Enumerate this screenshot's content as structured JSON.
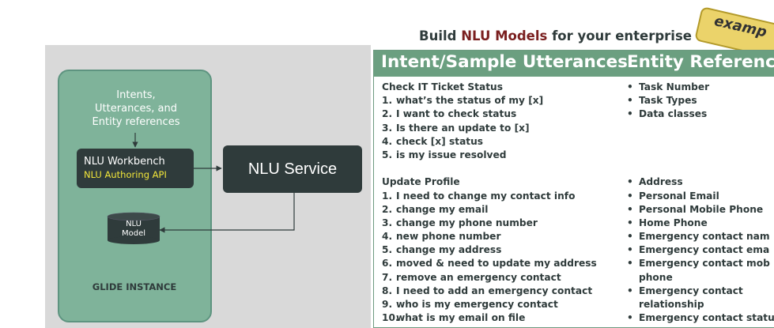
{
  "diagram": {
    "inputs_lines": [
      "Intents,",
      "Utterances, and",
      "Entity references"
    ],
    "workbench_title": "NLU Workbench",
    "workbench_api": "NLU Authoring API",
    "service_label": "NLU Service",
    "model_lines": [
      "NLU",
      "Model"
    ],
    "instance_label": "GLIDE INSTANCE"
  },
  "title": {
    "prefix": "Build ",
    "highlight": "NLU Models",
    "suffix": " for your enterprise"
  },
  "badge": "examp",
  "table": {
    "headers": [
      "Intent/Sample Utterances",
      "Entity References"
    ],
    "groups": [
      {
        "intent": "Check IT Ticket Status",
        "utterances": [
          "what’s the status of my [x]",
          "I want to check status",
          "Is there an update to [x]",
          "check [x] status",
          "is my issue resolved"
        ],
        "entities": [
          "Task Number",
          "Task Types",
          "Data classes"
        ]
      },
      {
        "intent": "Update Profile",
        "utterances": [
          "I need to change my contact info",
          "change my email",
          "change my phone number",
          "new phone number",
          "change my address",
          "moved  & need to update my address",
          "remove an emergency contact",
          "I need to add an emergency contact",
          "who is my emergency contact",
          "what is my email on file"
        ],
        "entities": [
          "Address",
          "Personal Email",
          "Personal Mobile Phone",
          "Home Phone",
          "Emergency contact nam",
          "Emergency contact ema",
          "Emergency contact mob",
          "phone",
          "Emergency contact",
          "relationship",
          "Emergency contact statu"
        ]
      }
    ]
  },
  "colors": {
    "header_green": "#6b9f80",
    "instance_green": "#7fb39a",
    "dark_box": "#2f3b3b",
    "highlight_red": "#7a1f1f",
    "api_yellow": "#f2e63a",
    "badge_yellow": "#ebd36a"
  }
}
